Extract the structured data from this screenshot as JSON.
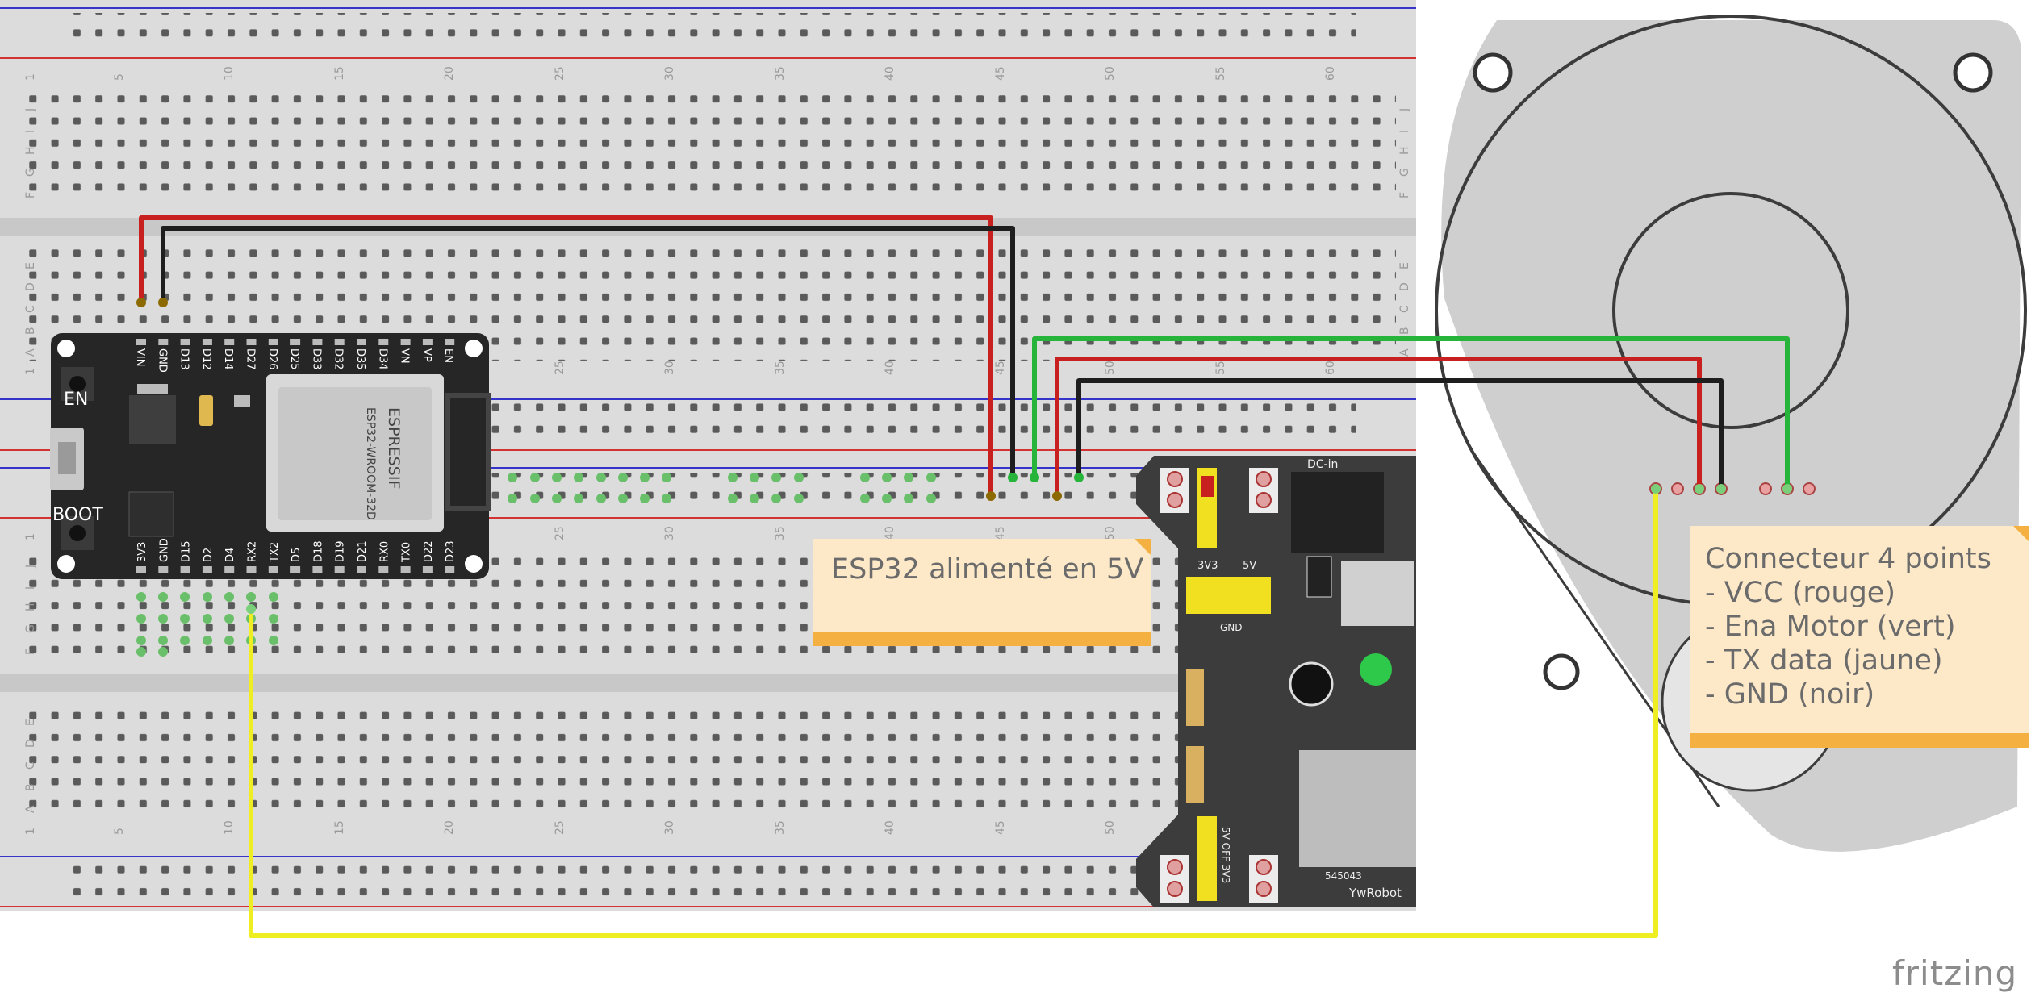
{
  "breadboard": {
    "column_numbers": [
      "1",
      "5",
      "10",
      "15",
      "20",
      "25",
      "30",
      "35",
      "40",
      "45",
      "50",
      "55",
      "60"
    ],
    "row_letters_top": [
      "J",
      "I",
      "H",
      "G",
      "F"
    ],
    "row_letters_bottom": [
      "E",
      "D",
      "C",
      "B",
      "A"
    ]
  },
  "esp32": {
    "top_pins": [
      "VIN",
      "GND",
      "D13",
      "D12",
      "D14",
      "D27",
      "D26",
      "D25",
      "D33",
      "D32",
      "D35",
      "D34",
      "VN",
      "VP",
      "EN"
    ],
    "bottom_pins": [
      "3V3",
      "GND",
      "D15",
      "D2",
      "D4",
      "RX2",
      "TX2",
      "D5",
      "D18",
      "D19",
      "D21",
      "RX0",
      "TX0",
      "D22",
      "D23"
    ],
    "button_en": "EN",
    "button_boot": "BOOT",
    "module_brand": "ESPRESSIF",
    "module_model": "ESP32-WROOM-32D"
  },
  "power_module": {
    "dc_in": "DC-in",
    "labels_3v3": "3V3",
    "labels_5v": "5V",
    "label_gnd": "GND",
    "jumper_text": "5V OFF 3V3",
    "brand": "YwRobot",
    "part": "545043"
  },
  "notes": {
    "esp32": "ESP32 alimenté en 5V",
    "connector_title": "Connecteur 4 points",
    "connector_lines": [
      "- VCC (rouge)",
      "- Ena Motor (vert)",
      "- TX data (jaune)",
      "- GND (noir)"
    ]
  },
  "wires": {
    "red": "#c8201e",
    "black": "#1e1e1e",
    "green": "#27b43a",
    "yellow": "#eeee22"
  },
  "footer": {
    "brand": "fritzing"
  }
}
